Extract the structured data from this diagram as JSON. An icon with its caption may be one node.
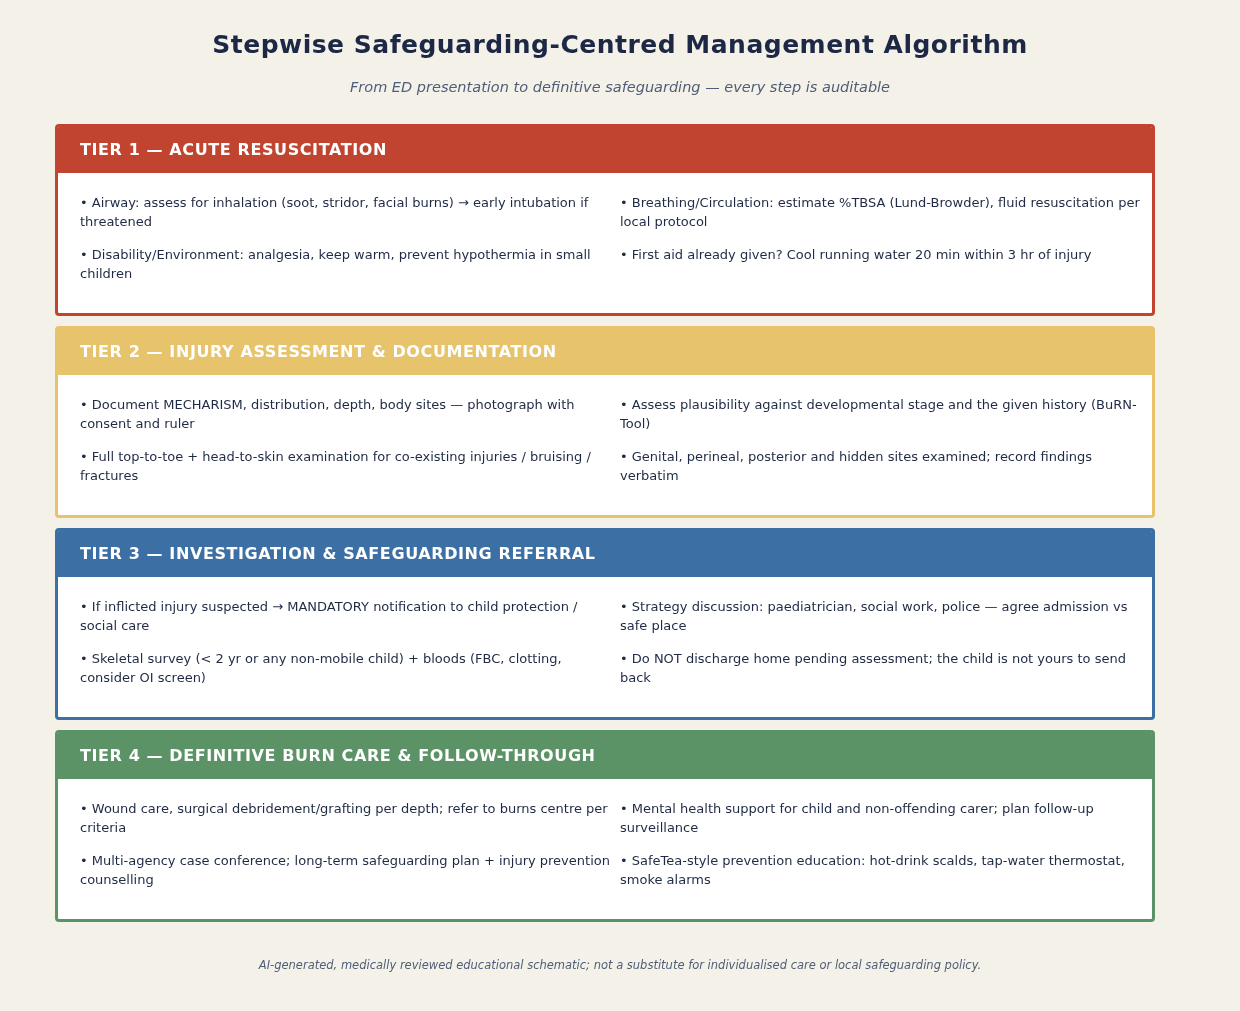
{
  "diagram": {
    "title": "Stepwise Safeguarding-Centred Management Algorithm",
    "caption": "AI-generated, medically reviewed educational schematic; not a substitute for individualised care or local safeguarding policy.",
    "nodes": [
      {
        "text": [
          "TIER 1 — ACUTE RESUSCITATION",
          "• Airway: assess for inhalation (soot, stridor, facial burns) → early intubation if threatened",
          "• Breathing/Circulation: estimate %TBSA (Lund-Browder), fluid resuscitation per local protocol",
          "• Disability/Environment: analgesia, keep warm, prevent hypothermia in small children",
          "• First aid already given? Cool running water 20 min within 3 hr of injury"
        ]
      },
      {
        "text": [
          "TIER 2 — INJURY ASSESSMENT & DOCUMENTATION",
          "• Document MECHARISM, distribution, depth, body sites — photograph with consent and ruler",
          "• Assess plausibility against developmental stage and the given history (BuRN-Tool)",
          "• Full top-to-toe + head-to-skin examination for co-existing injuries / bruising / fractures",
          "• Genital, perineal, posterior and hidden sites examined; record findings verbatim"
        ]
      },
      {
        "text": [
          "TIER 3 — INVESTIGATION & SAFEGUARDING REFERRAL",
          "• If inflicted injury suspected → MANDATORY notification to child protection / social care",
          "• Strategy discussion: paediatrician, social work, police — agree admission vs safe place",
          "• Skeletal survey (< 2 yr or any non-mobile child) + bloods (FBC, clotting, consider OI screen)",
          "• Do NOT discharge home pending assessment; the child is not yours to send back"
        ]
      },
      {
        "text": [
          "TIER 4 — DEFINITIVE BURN CARE & FOLLOW-THROUGH",
          "• Wound care, surgical debridement/grafting per depth; refer to burns centre per criteria",
          "• Mental health support for child and non-offending carer; plan follow-up surveillance",
          "• Multi-agency case conference; long-term safeguarding plan + injury prevention counselling",
          "• SafeTea-style prevention education: hot-drink scalds, tap-water thermostat, smoke alarms"
        ]
      }
    ],
    "labels": [
      "From ED presentation to definitive safeguarding — every step is auditable"
    ]
  }
}
